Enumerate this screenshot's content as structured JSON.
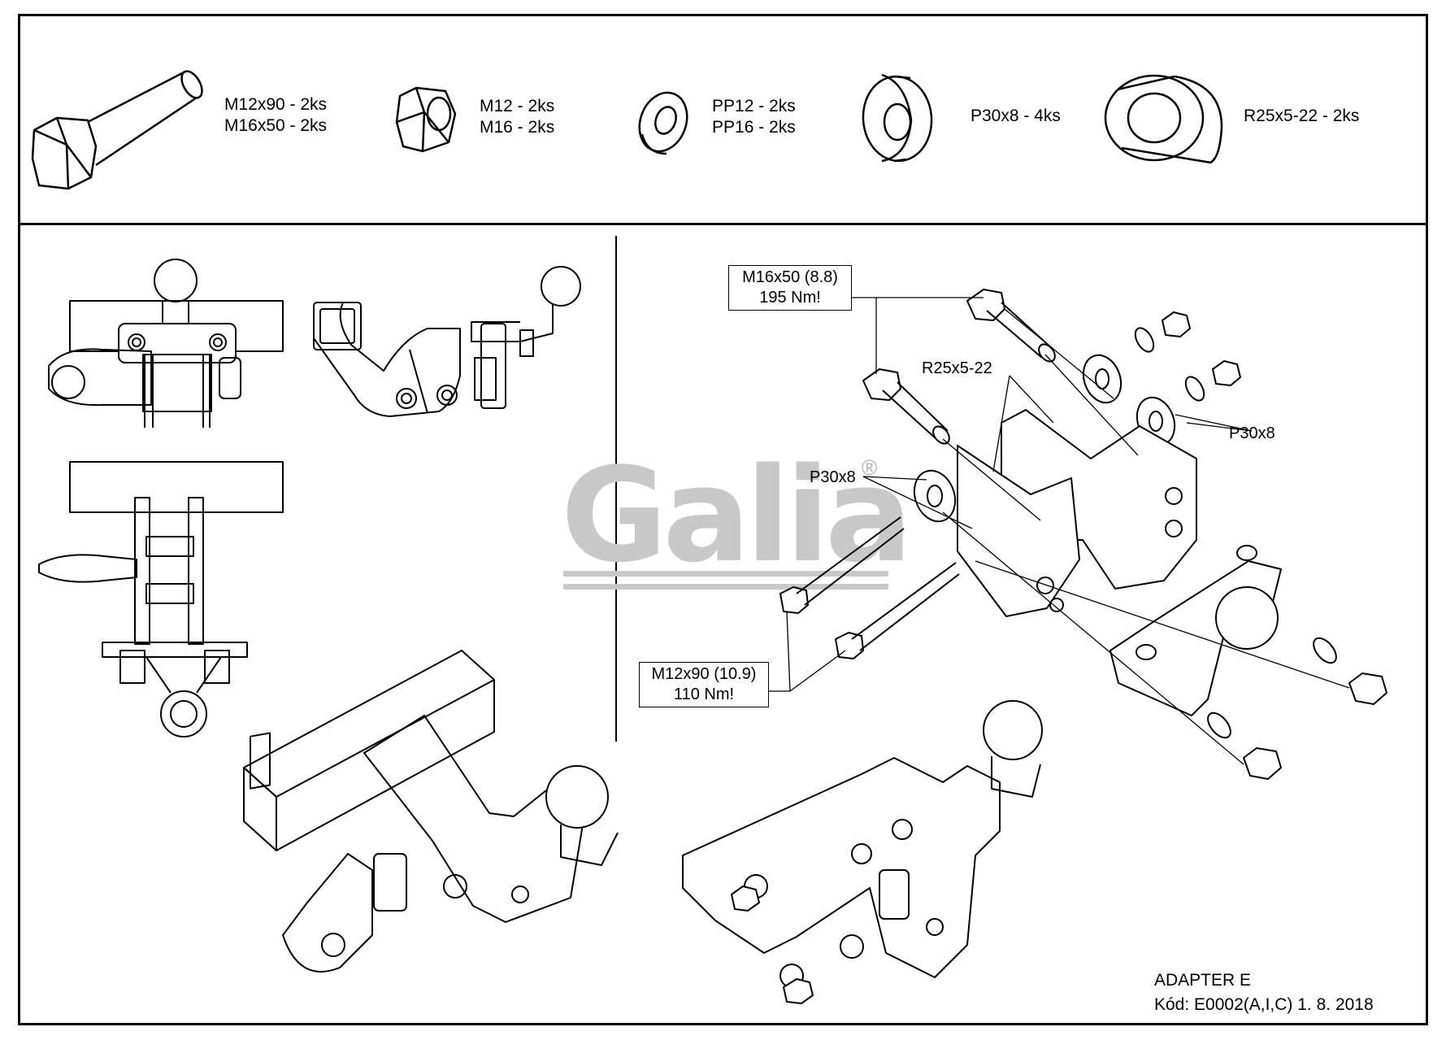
{
  "hardware": [
    {
      "id": "bolt",
      "lines": [
        "M12x90 - 2ks",
        "M16x50 - 2ks"
      ],
      "icon": "hex-bolt-icon"
    },
    {
      "id": "nut",
      "lines": [
        "M12 - 2ks",
        "M16 - 2ks"
      ],
      "icon": "hex-nut-icon"
    },
    {
      "id": "washer",
      "lines": [
        "PP12 - 2ks",
        "PP16 - 2ks"
      ],
      "icon": "washer-icon"
    },
    {
      "id": "spacer",
      "lines": [
        "P30x8 - 4ks"
      ],
      "icon": "spacer-ring-icon"
    },
    {
      "id": "sleeve",
      "lines": [
        "R25x5-22 - 2ks"
      ],
      "icon": "sleeve-icon"
    }
  ],
  "callouts": {
    "m16": {
      "line1": "M16x50 (8.8)",
      "line2": "195 Nm!"
    },
    "r25": "R25x5-22",
    "p30_right": "P30x8",
    "p30_left": "P30x8",
    "m12": {
      "line1": "M12x90 (10.9)",
      "line2": "110 Nm!"
    }
  },
  "watermark": {
    "text": "Galia",
    "mark": "®"
  },
  "title_block": {
    "name": "ADAPTER E",
    "code": "Kód: E0002(A,I,C)   1. 8. 2018"
  }
}
